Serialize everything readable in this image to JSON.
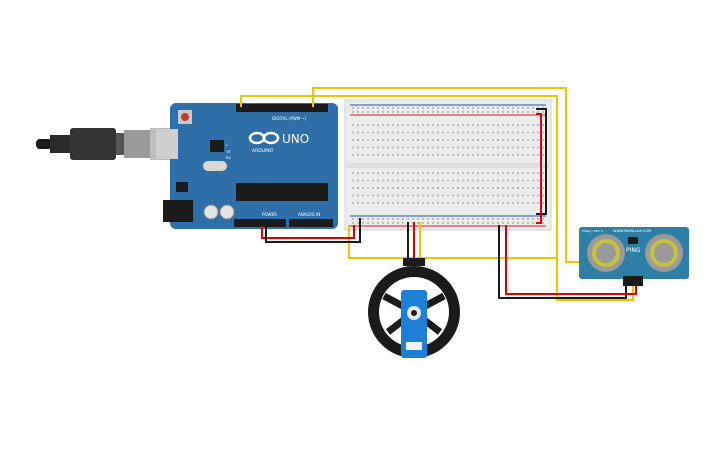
{
  "arduino": {
    "logo_text": "UNO",
    "brand_text": "ARDUINO",
    "header_digital": "DIGITAL (PWM ~)",
    "header_power": "POWER",
    "header_analog": "ANALOG IN",
    "led_tx": "TX",
    "led_rx": "RX",
    "led_l": "L"
  },
  "sensor": {
    "label": "PING",
    "url": "WWW.PARALLAX.COM",
    "small_label": "PING))) REV C"
  },
  "colors": {
    "arduino_board": "#2e6fa7",
    "breadboard": "#ececec",
    "wire_yellow": "#f2c300",
    "wire_red": "#d90000",
    "wire_black": "#1a1a1a",
    "wire_orange": "#f08000",
    "sensor_board": "#2d7fa7",
    "servo_body": "#1e7fd6",
    "wheel": "#1b1b1b"
  },
  "icons": [
    "usb-cable-icon",
    "infinity-logo-icon",
    "gear-icon"
  ]
}
